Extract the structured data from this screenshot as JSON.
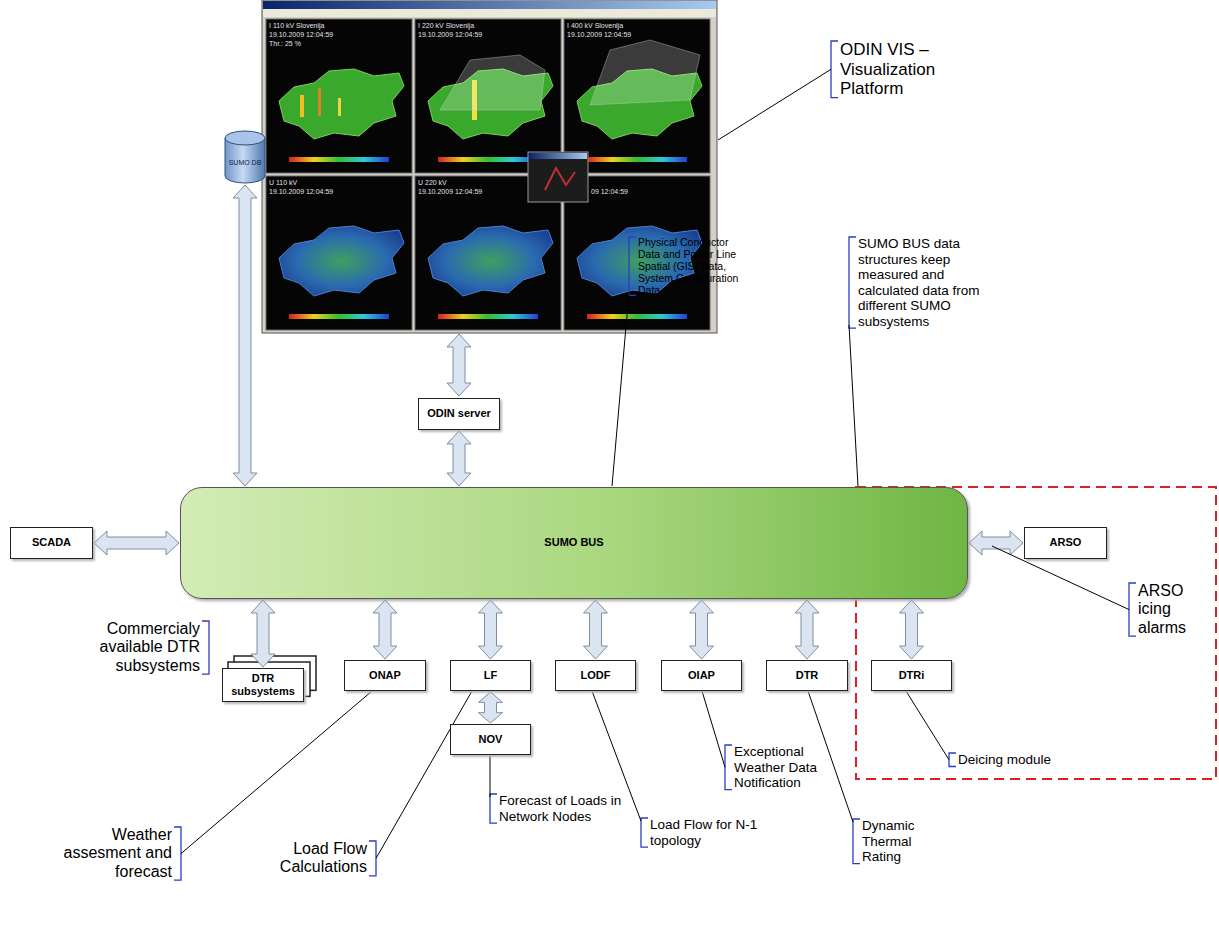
{
  "diagram": {
    "nodes": [
      {
        "text": [
          "SUMO BUS"
        ]
      },
      {
        "text": [
          "SUMO DB"
        ]
      },
      {
        "text": [
          "ODIN server"
        ]
      },
      {
        "text": [
          "SCADA"
        ]
      },
      {
        "text": [
          "ARSO"
        ]
      },
      {
        "text": [
          "DTR subsystems"
        ]
      },
      {
        "text": [
          "ONAP"
        ]
      },
      {
        "text": [
          "LF"
        ]
      },
      {
        "text": [
          "NOV"
        ]
      },
      {
        "text": [
          "LODF"
        ]
      },
      {
        "text": [
          "OIAP"
        ]
      },
      {
        "text": [
          "DTR"
        ]
      },
      {
        "text": [
          "DTRi"
        ]
      }
    ],
    "edges": [
      {
        "from": 1,
        "to": 0,
        "arrow": "both"
      },
      {
        "from": 2,
        "to": 0,
        "arrow": "both"
      },
      {
        "from": 3,
        "to": 0,
        "arrow": "both"
      },
      {
        "from": 0,
        "to": 4,
        "arrow": "both"
      },
      {
        "from": 5,
        "to": 0,
        "arrow": "both"
      },
      {
        "from": 6,
        "to": 0,
        "arrow": "both"
      },
      {
        "from": 7,
        "to": 0,
        "arrow": "both"
      },
      {
        "from": 9,
        "to": 0,
        "arrow": "both"
      },
      {
        "from": 10,
        "to": 0,
        "arrow": "both"
      },
      {
        "from": 11,
        "to": 0,
        "arrow": "both"
      },
      {
        "from": 12,
        "to": 0,
        "arrow": "both"
      },
      {
        "from": 7,
        "to": 8,
        "arrow": "both"
      }
    ],
    "labels": [
      "ODIN VIS – Visualization Platform",
      "Physical Conductor Data and Power Line Spatial (GIS) Data, System Configuration Data",
      "SUMO BUS data structures keep measured and calculated data from different SUMO subsystems",
      "Commercialy available DTR subsystems",
      "Weather assesment and forecast",
      "Load Flow Calculations",
      "Forecast of Loads in Network Nodes",
      "Load Flow for N-1 topology",
      "Exceptional Weather Data Notification",
      "Dynamic Thermal Rating",
      "ARSO icing alarms",
      "Deicing module",
      "I 110 kV Slovenija",
      "19.10.2009 12:04:59",
      "Thr.: 25 %",
      "I 220 kV Slovenija",
      "19.10.2009 12:04:59",
      "I 400 kV Slovenija",
      "19.10.2009 12:04:59",
      "U 110 kV",
      "19.10.2009 12:04:59",
      "U 220 kV",
      "19.10.2009 12:04:59",
      "09 12:04:59"
    ]
  }
}
